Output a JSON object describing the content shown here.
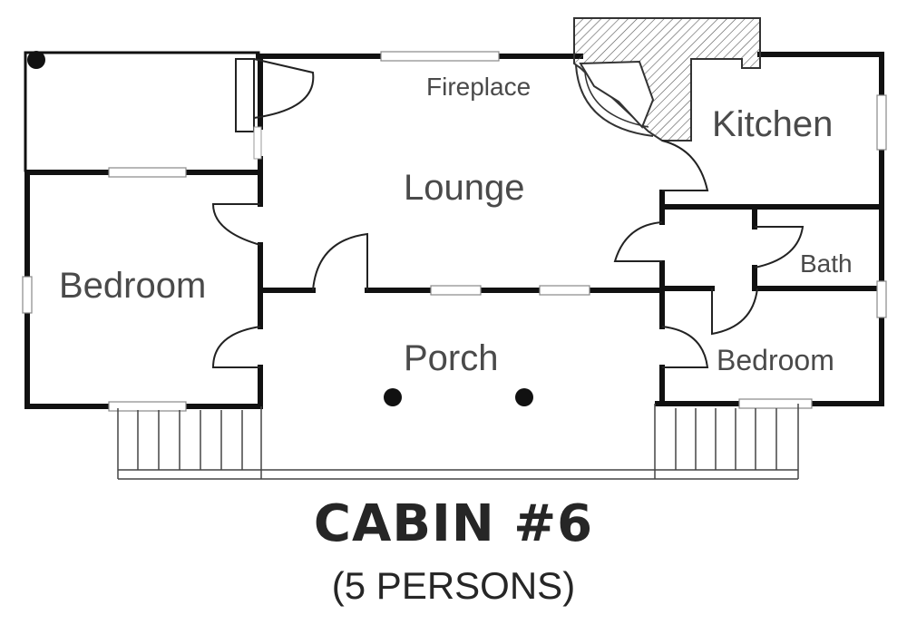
{
  "plan": {
    "rooms": {
      "fireplace": "Fireplace",
      "kitchen": "Kitchen",
      "lounge": "Lounge",
      "bedroom_left": "Bedroom",
      "bath": "Bath",
      "porch": "Porch",
      "bedroom_right": "Bedroom"
    },
    "title": "CABIN #6",
    "subtitle": "(5 PERSONS)"
  },
  "colors": {
    "wall": "#111111",
    "label": "#4a4a4a",
    "title": "#262626"
  }
}
